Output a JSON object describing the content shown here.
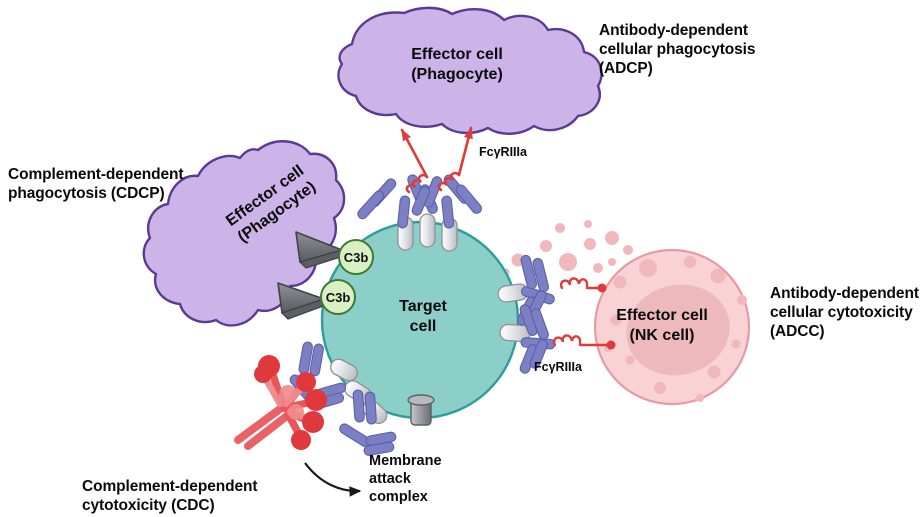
{
  "diagram": {
    "title": "Antibody effector functions against a target cell",
    "background": "#ffffff"
  },
  "annotations": [
    {
      "id": "adcp",
      "name": "adcp-label",
      "text": "Antibody-dependent\ncellular phagocytosis\n(ADCP)"
    },
    {
      "id": "cdcp",
      "name": "cdcp-label",
      "text": "Complement-dependent\nphagocytosis (CDCP)"
    },
    {
      "id": "adcc",
      "name": "adcc-label",
      "text": "Antibody-dependent\ncellular cytotoxicity\n(ADCC)"
    },
    {
      "id": "cdc",
      "name": "cdc-label",
      "text": "Complement-dependent\ncytotoxicity (CDC)"
    },
    {
      "id": "mac",
      "name": "membrane-attack-complex-label",
      "text": "Membrane\nattack\ncomplex"
    }
  ],
  "labels": {
    "adcp_line1": "Antibody-dependent",
    "adcp_line2": "cellular phagocytosis",
    "adcp_line3": "(ADCP)",
    "cdcp_line1": "Complement-dependent",
    "cdcp_line2": "phagocytosis (CDCP)",
    "adcc_line1": "Antibody-dependent",
    "adcc_line2": "cellular cytotoxicity",
    "adcc_line3": "(ADCC)",
    "cdc_line1": "Complement-dependent",
    "cdc_line2": "cytotoxicity (CDC)",
    "mac_line1": "Membrane",
    "mac_line2": "attack",
    "mac_line3": "complex",
    "fcr_top": "FcγRIIIa",
    "fcr_bottom": "FcγRIIIa"
  },
  "cells": [
    {
      "id": "phagocyte-top",
      "name": "effector-cell-phagocyte-top",
      "line1": "Effector cell",
      "line2": "(Phagocyte)",
      "fill": "#cdb4e8",
      "stroke": "#5b3a96",
      "shape": "amoeboid"
    },
    {
      "id": "phagocyte-left",
      "name": "effector-cell-phagocyte-left",
      "line1": "Effector cell",
      "line2": "(Phagocyte)",
      "fill": "#cdb4e8",
      "stroke": "#5b3a96",
      "shape": "amoeboid",
      "label_rotation_deg": -36
    },
    {
      "id": "target-cell",
      "name": "target-cell",
      "line1": "Target",
      "line2": "cell",
      "fill": "#8ccfc9",
      "stroke": "#2e9c9c",
      "shape": "circle"
    },
    {
      "id": "nk-cell",
      "name": "effector-cell-nk",
      "line1": "Effector cell",
      "line2": "(NK cell)",
      "fill": "#f8d2d4",
      "stroke": "#e79aa0",
      "nucleus_fill": "#edb9bd",
      "granule_fill": "#f0b8bc",
      "shape": "circle"
    }
  ],
  "molecules": {
    "antibody": {
      "name": "antibody",
      "fill": "#7b7fc4",
      "stroke": "#5d60a8",
      "count": 7
    },
    "antigen": {
      "name": "antigen-receptor",
      "fill": "#d9dadd",
      "stroke": "#8f9196",
      "count": 8
    },
    "fc_receptor": {
      "name": "fc-gamma-receptor-iiia",
      "color": "#e03a3a",
      "count": 4
    },
    "c1q_complement": {
      "name": "c1q-complement-complex",
      "fill": "#e8565a",
      "light": "#f08a8d"
    },
    "c3b": {
      "name": "c3b-opsonin",
      "label": "C3b",
      "fill": "#d9efc4",
      "stroke": "#3f7a2e",
      "count": 2
    },
    "complement_receptor": {
      "name": "complement-receptor",
      "fill": "#6f7478",
      "stroke": "#3f4346",
      "count": 2
    },
    "mac_pore": {
      "name": "membrane-attack-complex-pore",
      "fill": "#9a9ea2",
      "stroke": "#5c6064"
    },
    "granules": {
      "name": "cytotoxic-granule",
      "fill": "#f0b8bc"
    }
  },
  "connectors": [
    {
      "name": "cdc-arrow",
      "from": "complement-complex",
      "to": "membrane-attack-complex-label",
      "color": "#1a1a1a"
    }
  ],
  "colors": {
    "purple_fill": "#cdb4e8",
    "purple_stroke": "#5b3a96",
    "teal_fill": "#8ccfc9",
    "teal_stroke": "#2e9c9c",
    "pink_fill": "#f8d2d4",
    "pink_stroke": "#e79aa0",
    "antibody_blue": "#7b7fc4",
    "red": "#e03a3a",
    "gray": "#d9dadd",
    "green": "#d9efc4",
    "text": "#0a0a0a"
  }
}
